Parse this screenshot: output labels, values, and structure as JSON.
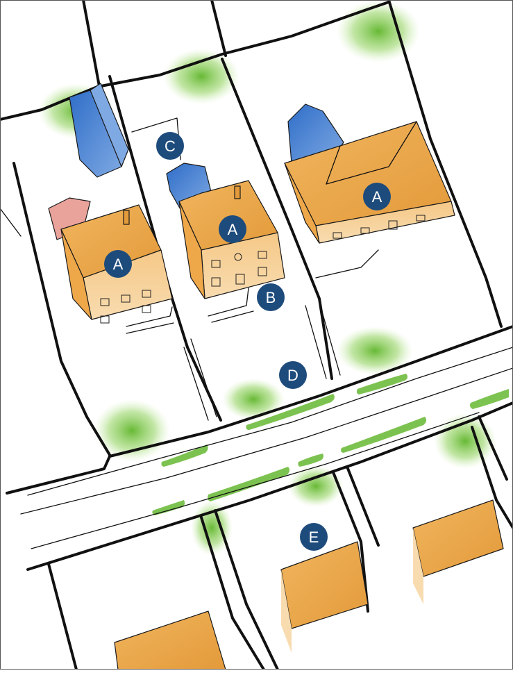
{
  "colors": {
    "roof_orange": "#eea84a",
    "roof_orange_dark": "#d98a2c",
    "wall_orange": "#f3c380",
    "blue_roof": "#3f7fd0",
    "blue_roof_dark": "#2e63b3",
    "pink_roof": "#eaa39a",
    "grass_green": "#6fbf3a",
    "marker_fill": "#1d4b7c",
    "marker_text": "#ffffff",
    "ink": "#111111"
  },
  "markers": [
    {
      "key": "a1",
      "label": "A",
      "refers_to": "main-house"
    },
    {
      "key": "a2",
      "label": "A",
      "refers_to": "main-house"
    },
    {
      "key": "a3",
      "label": "A",
      "refers_to": "main-house"
    },
    {
      "key": "b",
      "label": "B",
      "refers_to": "front-entrance"
    },
    {
      "key": "c",
      "label": "C",
      "refers_to": "rear-accessory-building"
    },
    {
      "key": "d",
      "label": "D",
      "refers_to": "front-yard"
    },
    {
      "key": "e",
      "label": "E",
      "refers_to": "house-across-street"
    }
  ]
}
